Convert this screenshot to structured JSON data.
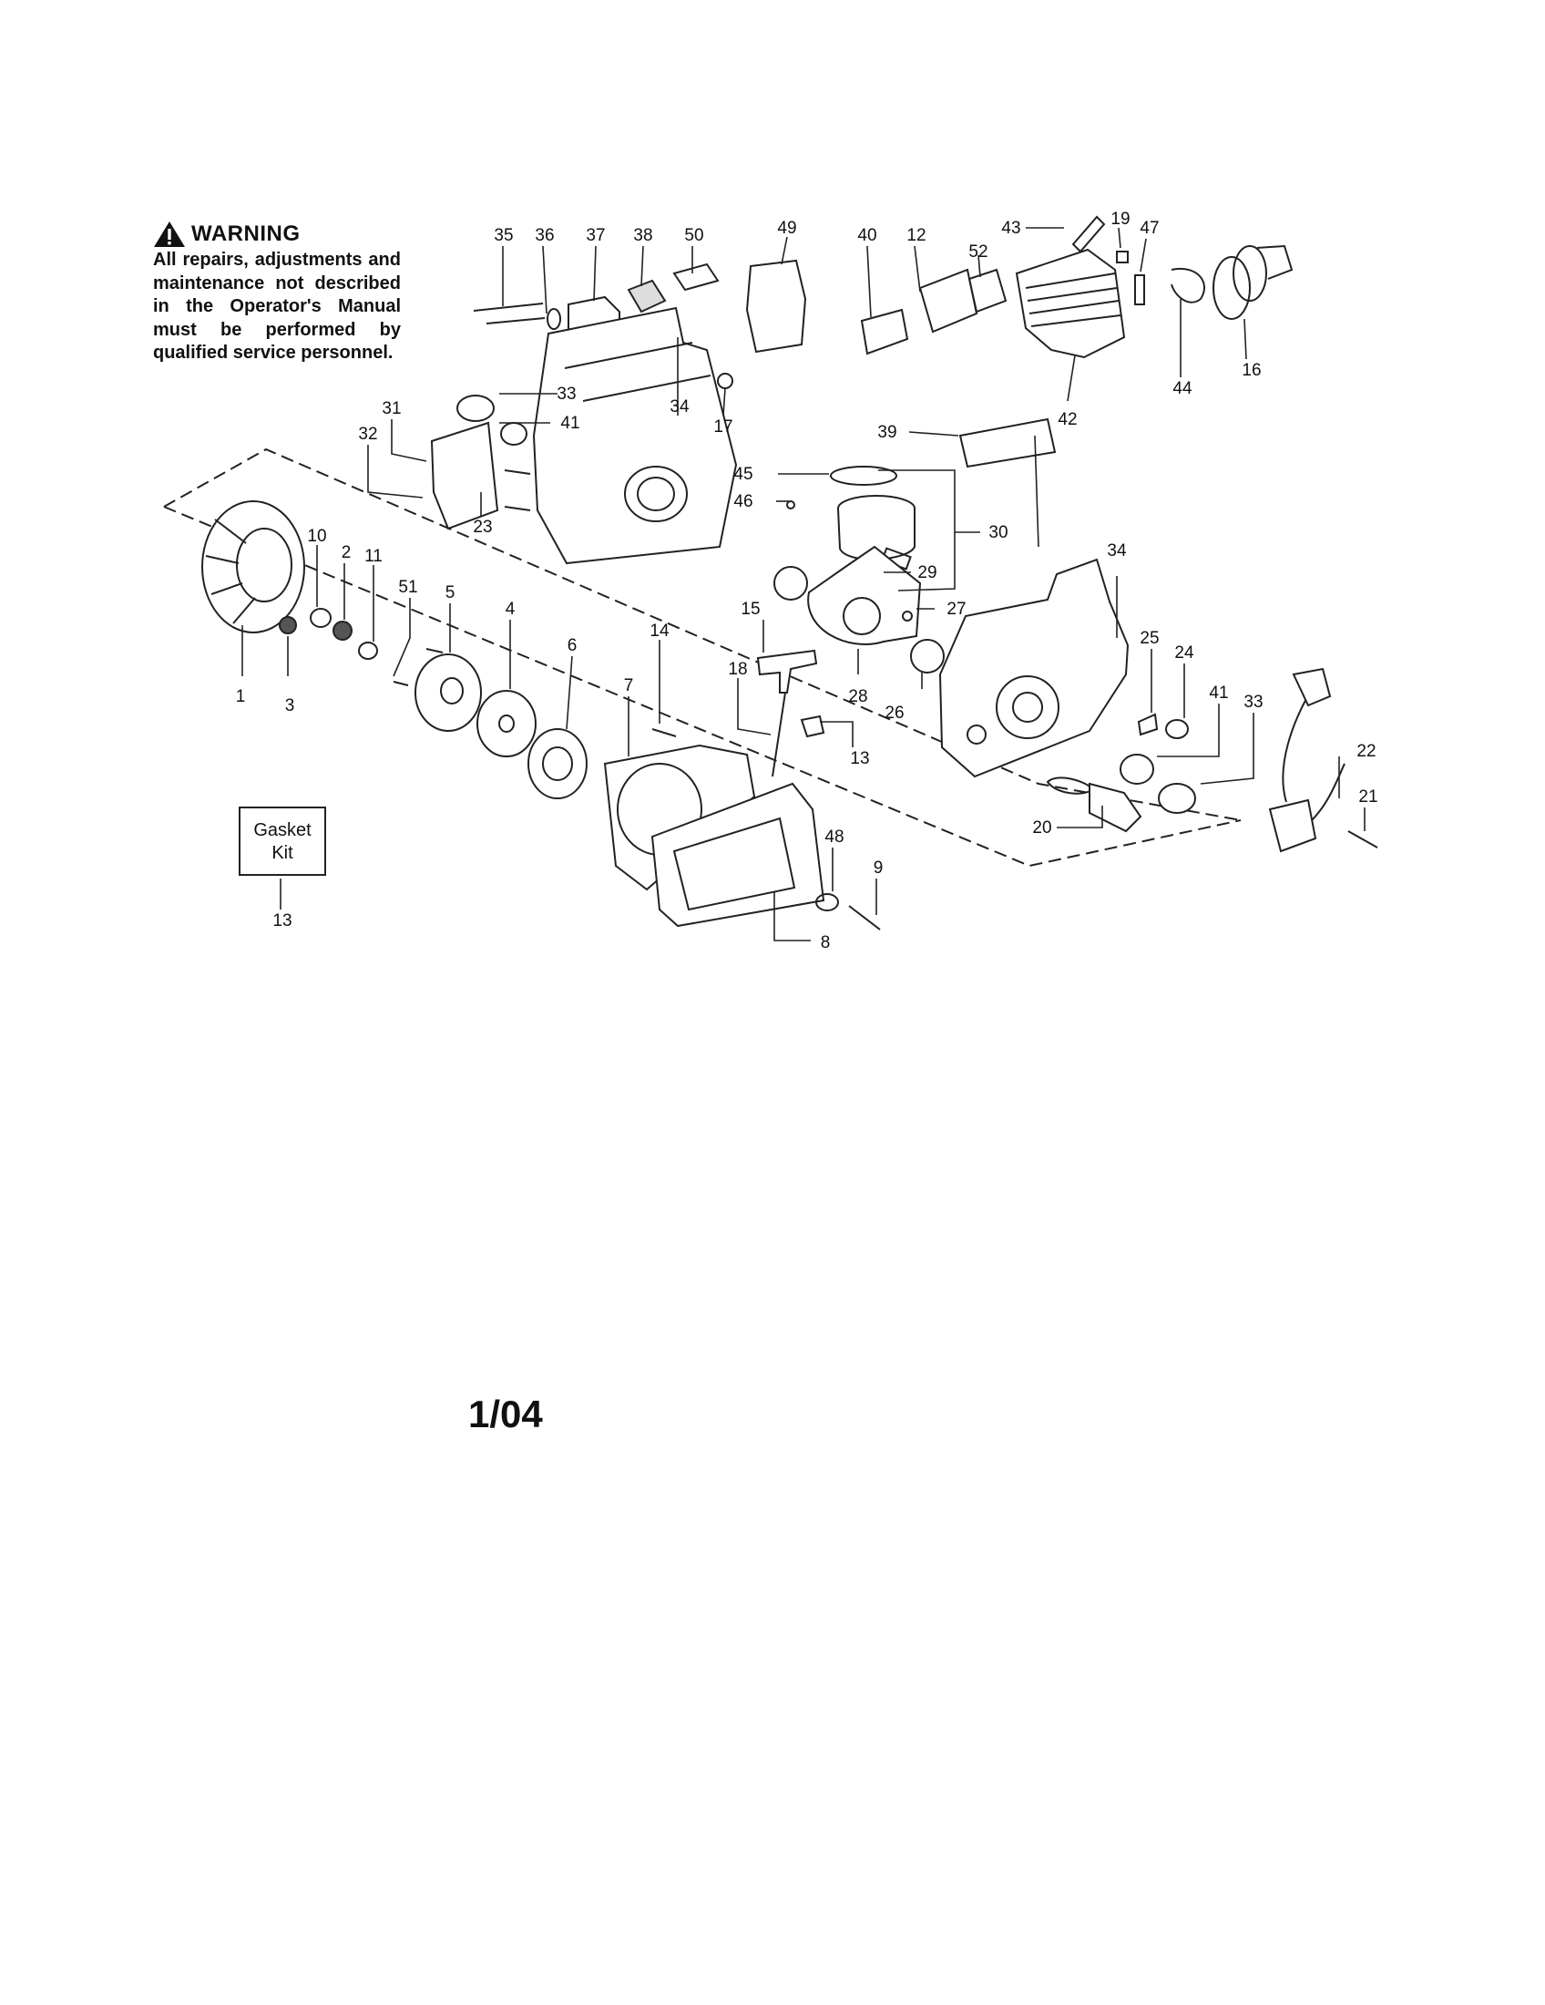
{
  "warning": {
    "title": "WARNING",
    "text": "All repairs, adjustments and maintenance not described in the Operator's Manual must be performed by qualified service personnel."
  },
  "gasket_kit": {
    "line1": "Gasket",
    "line2": "Kit",
    "ref": "13"
  },
  "date_code": "1/04",
  "callouts": [
    "35",
    "36",
    "37",
    "38",
    "50",
    "49",
    "40",
    "12",
    "43",
    "19",
    "47",
    "52",
    "16",
    "44",
    "42",
    "17",
    "33",
    "41",
    "34",
    "31",
    "32",
    "23",
    "39",
    "45",
    "46",
    "30",
    "29",
    "27",
    "10",
    "2",
    "11",
    "51",
    "5",
    "4",
    "6",
    "1",
    "3",
    "15",
    "28",
    "26",
    "14",
    "18",
    "7",
    "13",
    "34",
    "25",
    "24",
    "41",
    "33",
    "22",
    "21",
    "20",
    "48",
    "9",
    "8"
  ]
}
